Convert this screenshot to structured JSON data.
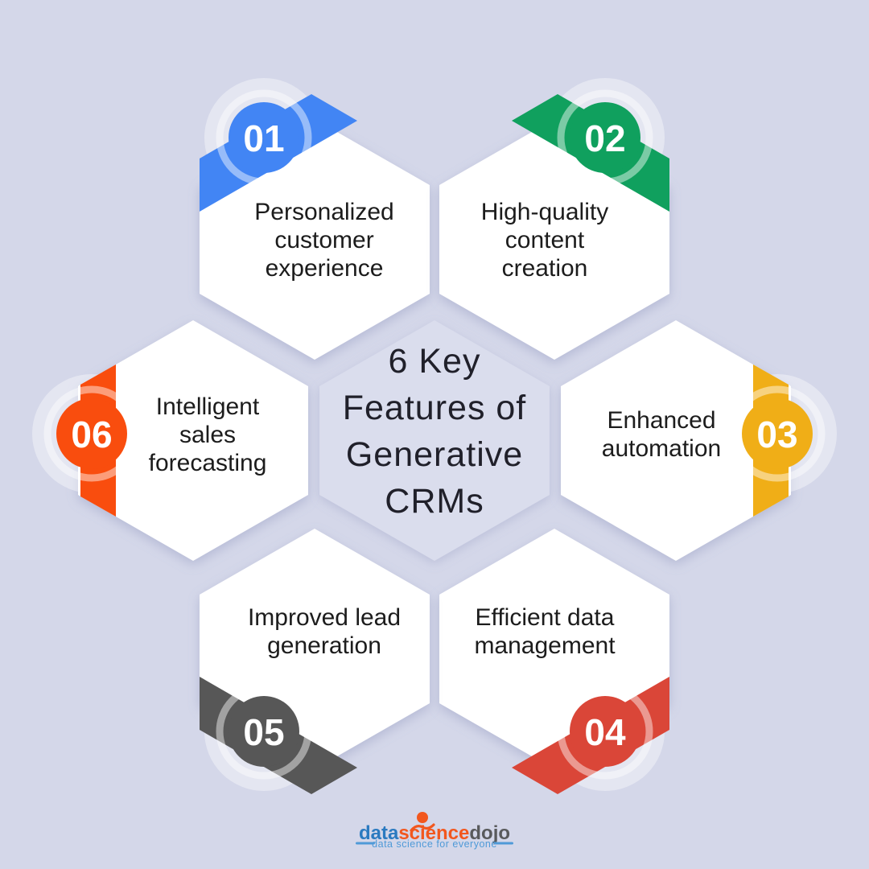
{
  "title": {
    "lines": [
      "6 Key",
      "Features of",
      "Generative",
      "CRMs"
    ]
  },
  "features": [
    {
      "number": "01",
      "color": "#4285f4",
      "lines": [
        "Personalized",
        "customer",
        "experience"
      ]
    },
    {
      "number": "02",
      "color": "#10a05e",
      "lines": [
        "High-quality",
        "content",
        "creation"
      ]
    },
    {
      "number": "03",
      "color": "#f0ae17",
      "lines": [
        "Enhanced",
        "automation"
      ]
    },
    {
      "number": "04",
      "color": "#da4638",
      "lines": [
        "Efficient data",
        "management"
      ]
    },
    {
      "number": "05",
      "color": "#575757",
      "lines": [
        "Improved lead",
        "generation"
      ]
    },
    {
      "number": "06",
      "color": "#f94d0e",
      "lines": [
        "Intelligent",
        "sales",
        "forecasting"
      ]
    }
  ],
  "colors": {
    "background": "#d4d7e9",
    "center_hexagon": "#dadded",
    "tile": "#ffffff",
    "ring": "#ffffff",
    "feature_text": "#1c1c1c",
    "title_text": "#20202a"
  },
  "footer": {
    "brand": [
      {
        "text": "data",
        "color": "#2b7ac0"
      },
      {
        "text": "science",
        "color": "#f2571e"
      },
      {
        "text": "dojo",
        "color": "#595a5c"
      }
    ],
    "tagline": {
      "text": "data science for everyone",
      "color": "#4f9ad8"
    }
  }
}
